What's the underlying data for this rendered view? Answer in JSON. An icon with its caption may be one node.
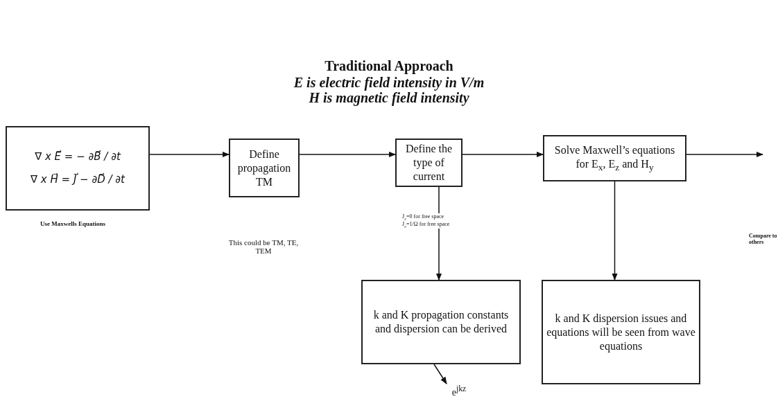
{
  "diagram": {
    "title": "Traditional Approach",
    "nodes": [
      {
        "text": [
          "∇ x E⃗ = − ∂B⃗ / ∂t",
          "∇ x H⃗ = J⃗ − ∂D⃗ / ∂t"
        ],
        "beside": [
          "Use Maxwells Equations"
        ]
      },
      {
        "text": [
          "Define propagation TM"
        ]
      },
      {
        "text": [
          "Define the type of current"
        ]
      },
      {
        "text": [
          "Solve Maxwell’s equations for E$_{x}$, E$_{z}$ and H$_{y}$"
        ]
      },
      {
        "text": [
          "k and K propagation constants and dispersion can be derived"
        ]
      },
      {
        "text": [
          "k and K dispersion issues and equations will be seen from wave equations"
        ]
      },
      {
        "text": [
          "e$^{jkz}$"
        ]
      }
    ],
    "edges": [
      {
        "from": 0,
        "to": 1,
        "arrow": "to"
      },
      {
        "from": 1,
        "to": 2,
        "arrow": "to"
      },
      {
        "from": 2,
        "to": 3,
        "arrow": "to"
      },
      {
        "from": 3,
        "to": null,
        "arrow": "to"
      },
      {
        "from": 2,
        "to": 4,
        "arrow": "to"
      },
      {
        "from": 3,
        "to": 5,
        "arrow": "to"
      },
      {
        "from": 4,
        "to": 6,
        "arrow": "to"
      }
    ],
    "labels": [
      "This could be TM, TE, TEM",
      "E is electric field intensity in V/m",
      "H is magnetic field intensity",
      "J$_{c}$=0 for free space",
      "J$_{c}$=1/Ω for free space",
      "Compare to others"
    ]
  }
}
